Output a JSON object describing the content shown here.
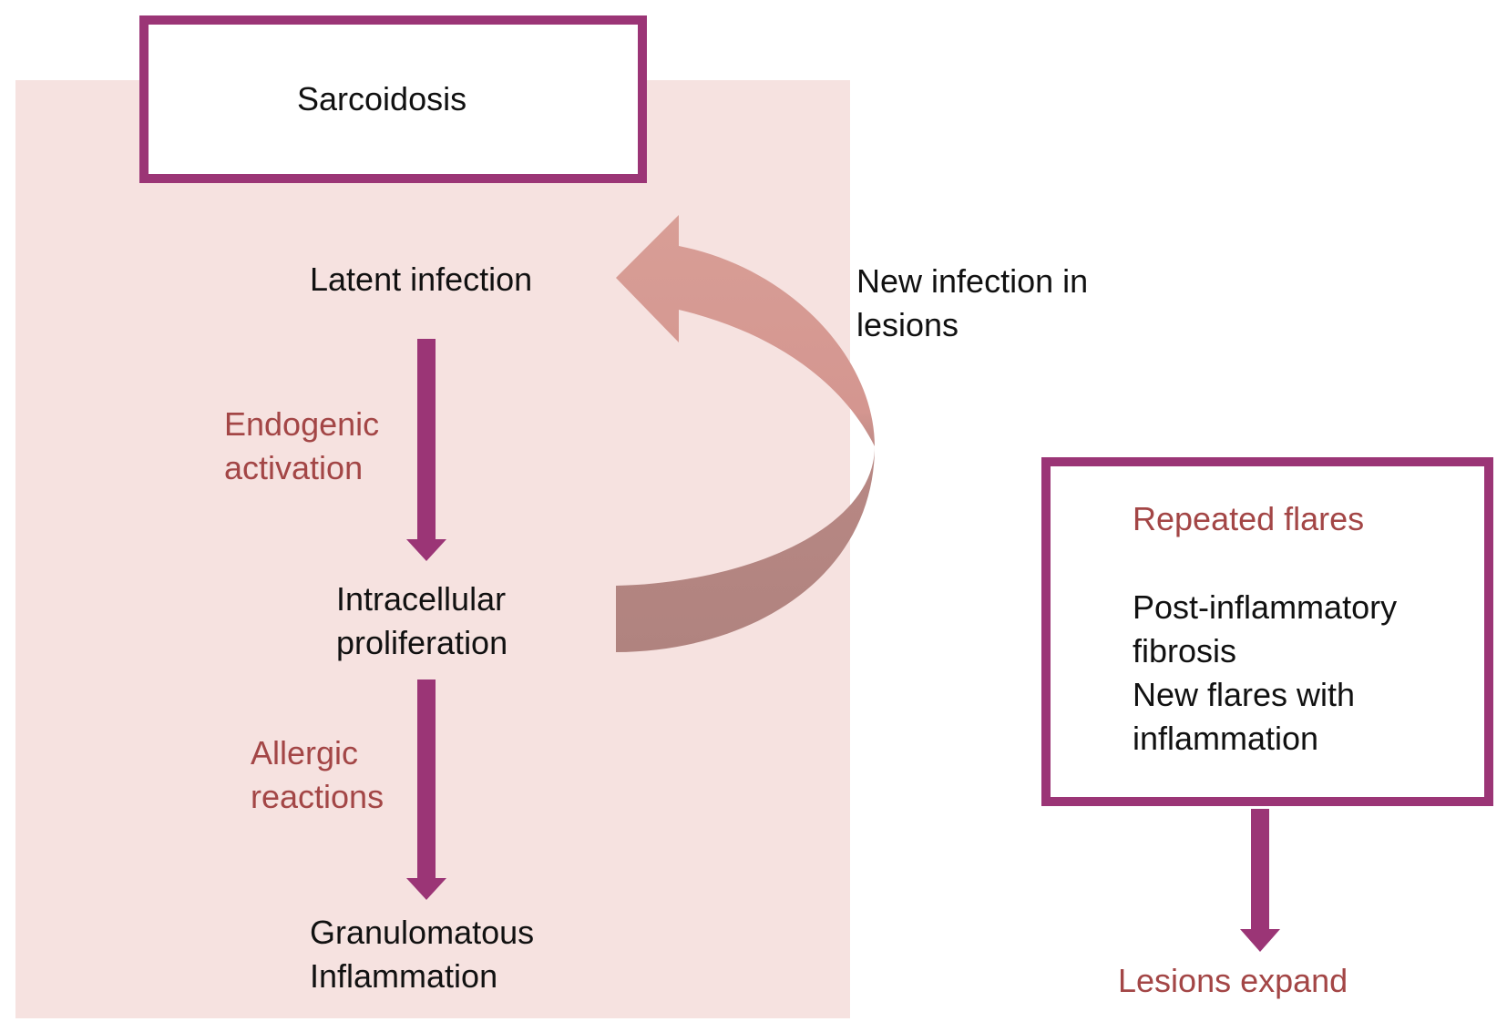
{
  "title_box": {
    "label": "Sarcoidosis"
  },
  "cycle": {
    "latent": "Latent infection",
    "endogenic": [
      "Endogenic",
      "activation"
    ],
    "intracellular": [
      "Intracellular",
      "proliferation"
    ],
    "allergic": [
      "Allergic",
      "reactions"
    ],
    "granulomatous": [
      "Granulomatous",
      "Inflammation"
    ]
  },
  "feedback": {
    "label": [
      "New infection in",
      "lesions"
    ]
  },
  "outcome_box": {
    "repeated": "Repeated flares",
    "fibrosis": [
      "Post-inflammatory",
      "fibrosis"
    ],
    "new_flares": [
      "New flares with",
      "inflammation"
    ]
  },
  "result": "Lesions expand",
  "colors": {
    "border": "#9b3576",
    "arrow": "#9b3576",
    "panel": "#f6e2e0",
    "accent_text": "#a34646",
    "curve_top": "#d89e96",
    "curve_bottom": "#b0837f"
  }
}
